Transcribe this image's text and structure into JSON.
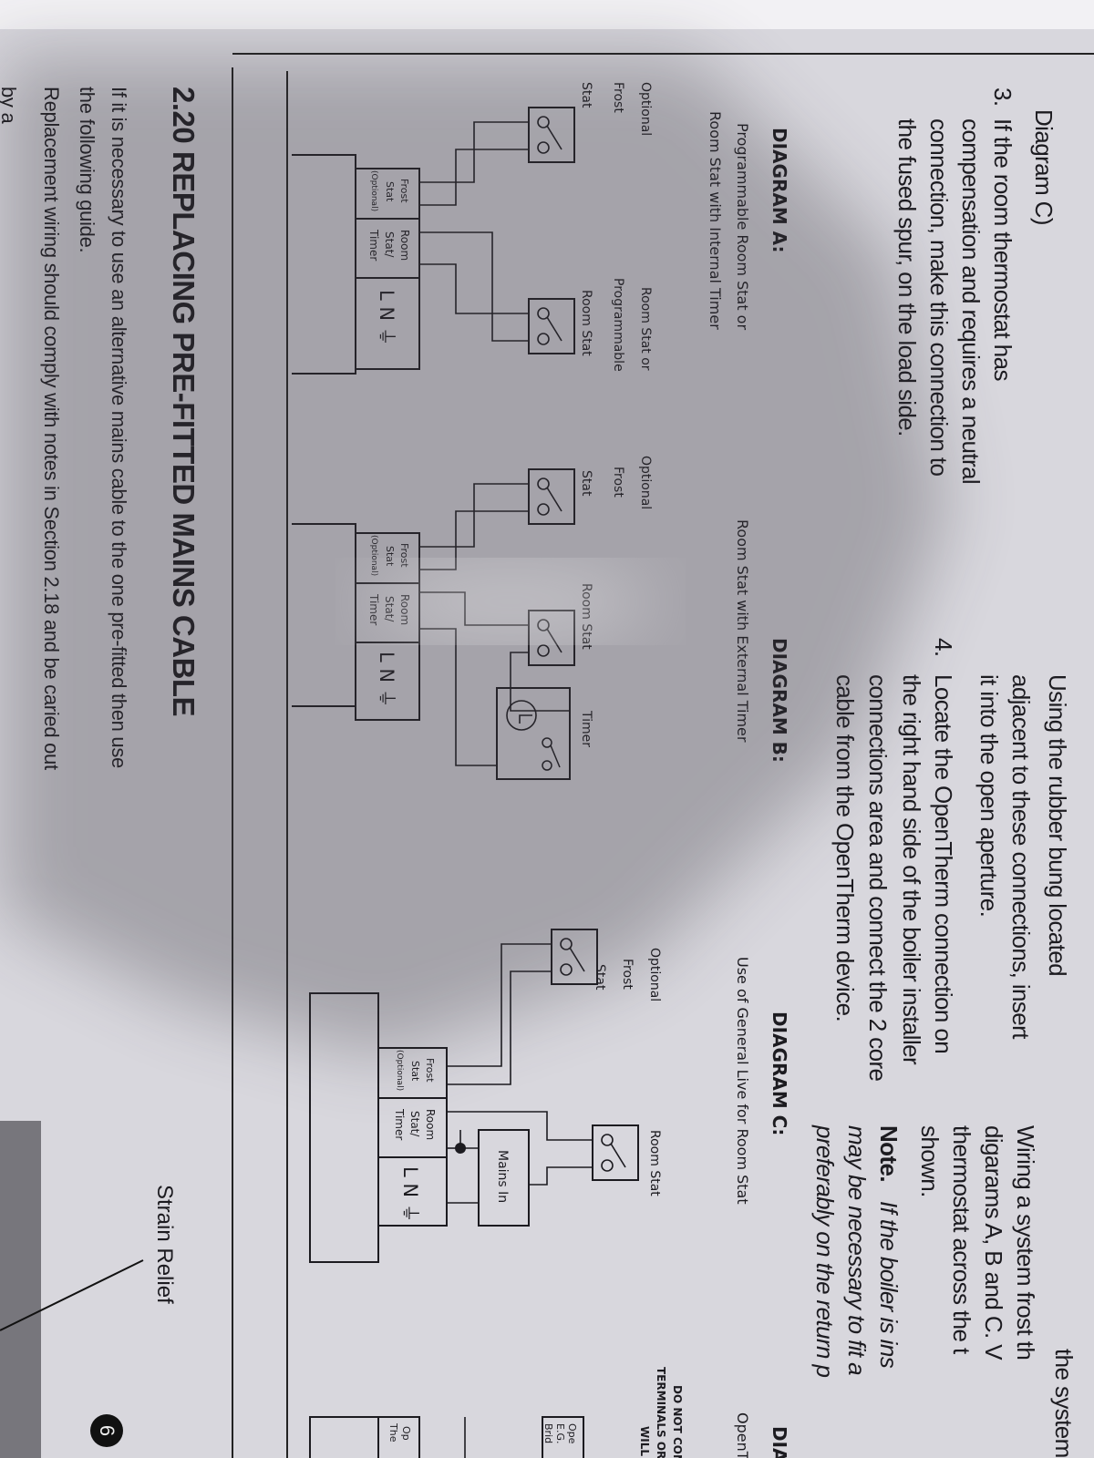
{
  "left_column": {
    "tail": "Diagram C)",
    "item3_number": "3.",
    "item3_lines": [
      "If the room thermostat has",
      "compensation and requires a neutral",
      "connection, make this connection to",
      "the fused spur, on the load side."
    ]
  },
  "middle_column": {
    "lines_top": [
      "Using the rubber bung located",
      "adjacent to these connections, insert",
      "it into the open aperture."
    ],
    "item4_number": "4.",
    "item4_lines": [
      "Locate the OpenTherm connection on",
      "the right hand side of the boiler installer",
      "connections area and connect the 2 core",
      "cable from the OpenTherm device."
    ]
  },
  "right_column": {
    "lines": [
      "the system.",
      "Wiring a system frost th",
      "digarams A, B and C. V",
      "thermostat across the t",
      "shown."
    ],
    "note_label": "Note.",
    "note_lines": [
      "If the boiler is ins",
      "may be necessary to fit a",
      "preferably on the return p"
    ]
  },
  "diagrams": {
    "terminal_labels": {
      "frost": [
        "Frost",
        "Stat",
        "(Optional)"
      ],
      "room": [
        "Room",
        "Stat/",
        "Timer"
      ],
      "power": "L N ⏚"
    },
    "a": {
      "title": "DIAGRAM A:",
      "subtitle": [
        "Programmable Room Stat or",
        "Room Stat with Internal Timer"
      ],
      "frost_label": [
        "Optional",
        "Frost",
        "Stat"
      ],
      "room_label": [
        "Room Stat or",
        "Programmable",
        "Room Stat"
      ]
    },
    "b": {
      "title": "DIAGRAM B:",
      "subtitle": "Room Stat with External Timer",
      "frost_label": [
        "Optional",
        "Frost",
        "Stat"
      ],
      "room_label": "Room Stat",
      "timer_label": "Timer"
    },
    "c": {
      "title": "DIAGRAM C:",
      "subtitle": "Use of General Live for Room Stat",
      "frost_label": [
        "Optional",
        "Frost",
        "Stat"
      ],
      "room_label": "Room Stat",
      "mains_label": "Mains In"
    },
    "d": {
      "title": "DIA",
      "subtitle": "OpenT",
      "warning": [
        "DO NOT CON",
        "TERMINALS OR T",
        "WILL"
      ],
      "box_label": [
        "Ope",
        "E.G.",
        "Brid"
      ],
      "terminal_label": [
        "Op",
        "The"
      ]
    }
  },
  "section": {
    "heading": "2.20 REPLACING PRE-FITTED MAINS CABLE",
    "lines": [
      "If it is necessary to use an alternative mains cable to the one pre-fitted then use",
      "the following guide.",
      "Replacement wiring should comply with notes in Section 2.18 and be caried out",
      "by a"
    ]
  },
  "figure": {
    "callout": "Strain Relief",
    "marker": "6"
  }
}
